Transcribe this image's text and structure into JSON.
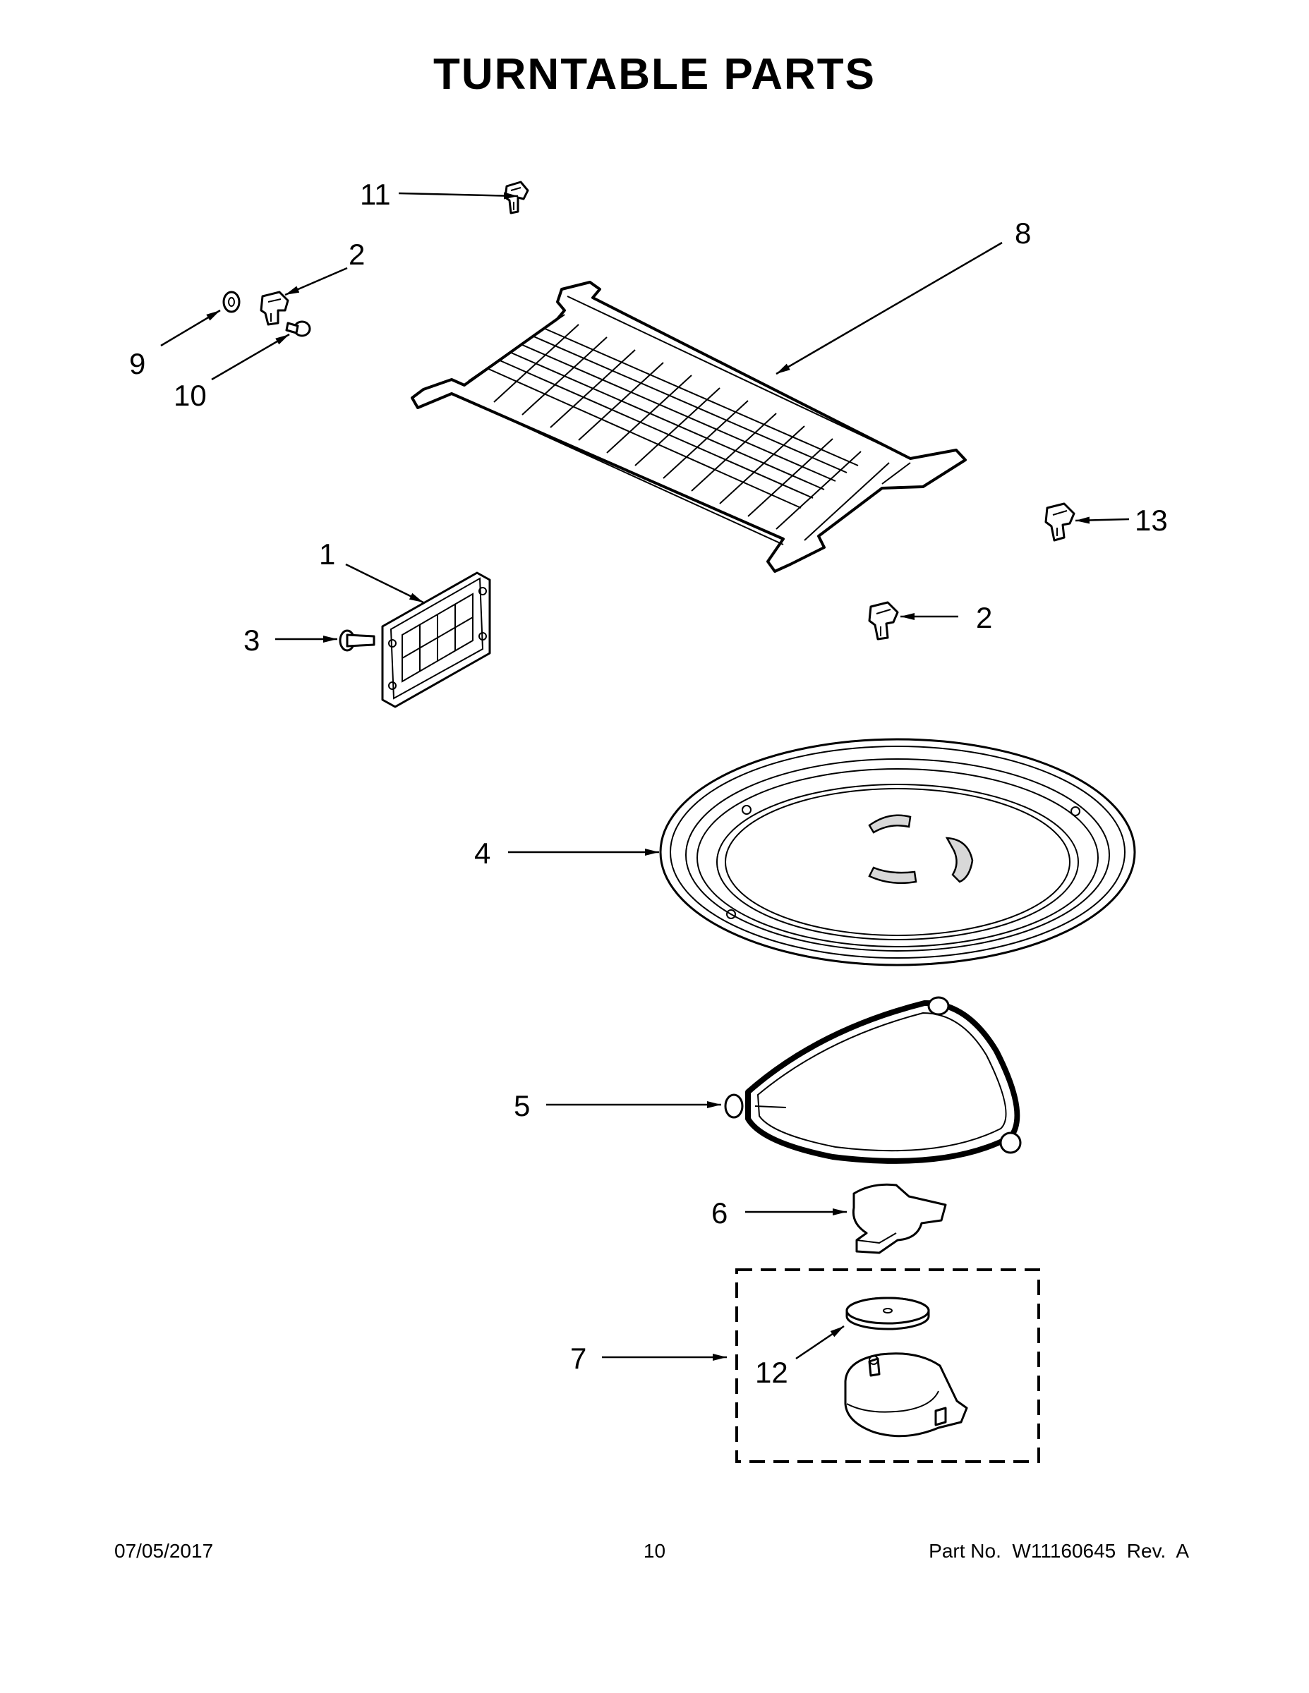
{
  "title": "TURNTABLE PARTS",
  "callouts": {
    "c1": "1",
    "c2a": "2",
    "c2b": "2",
    "c3": "3",
    "c4": "4",
    "c5": "5",
    "c6": "6",
    "c7": "7",
    "c8": "8",
    "c9": "9",
    "c10": "10",
    "c11": "11",
    "c12": "12",
    "c13": "13"
  },
  "footer": {
    "date": "07/05/2017",
    "page": "10",
    "part": "Part No.  W11160645  Rev.  A"
  }
}
